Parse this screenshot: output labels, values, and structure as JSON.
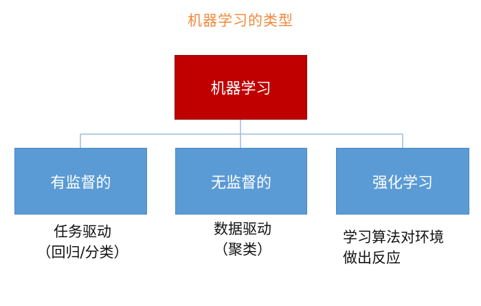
{
  "title": "机器学习的类型",
  "root": {
    "label": "机器学习",
    "color": "#c00000"
  },
  "children": [
    {
      "label": "有监督的",
      "color": "#5b9bd5",
      "description": [
        "任务驱动",
        "（回归/分类）"
      ]
    },
    {
      "label": "无监督的",
      "color": "#5b9bd5",
      "description": [
        "数据驱动",
        "（聚类）"
      ]
    },
    {
      "label": "强化学习",
      "color": "#5b9bd5",
      "description": [
        "学习算法对环境",
        "做出反应"
      ]
    }
  ],
  "connector_color": "#9bbbd9"
}
